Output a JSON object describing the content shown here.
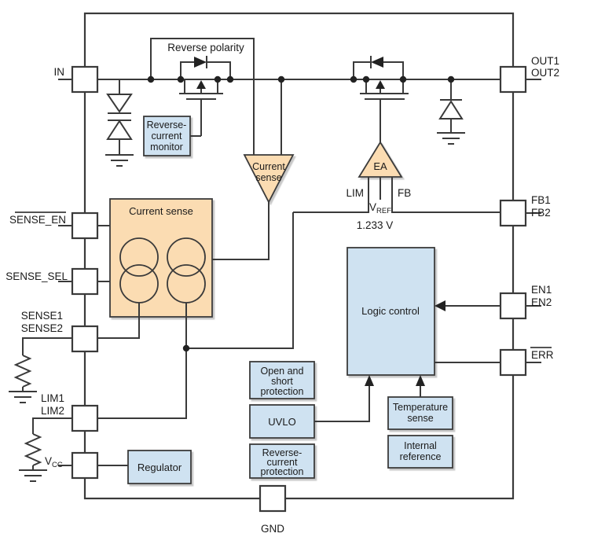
{
  "colors": {
    "background": "#ffffff",
    "block_blue": "#cfe2f1",
    "block_orange": "#fbdcb2",
    "line": "#3a3a3a",
    "text": "#1a1a1a"
  },
  "labels": {
    "in": "IN",
    "out1": "OUT1",
    "out2": "OUT2",
    "sense_en": "SENSE_EN",
    "sense_sel": "SENSE_SEL",
    "sense1": "SENSE1",
    "sense2": "SENSE2",
    "lim1": "LIM1",
    "lim2": "LIM2",
    "vcc_v": "V",
    "vcc_sub": "CC",
    "gnd": "GND",
    "fb1": "FB1",
    "fb2": "FB2",
    "en1": "EN1",
    "en2": "EN2",
    "err": "ERR",
    "reverse_polarity": "Reverse polarity",
    "lim": "LIM",
    "fb": "FB",
    "vref_v": "V",
    "vref_sub": "REF",
    "vref_value": "1.233 V"
  },
  "blocks": {
    "reverse_current_monitor": {
      "lines": [
        "Reverse-",
        "current",
        "monitor"
      ]
    },
    "current_sense_amp": {
      "lines": [
        "Current",
        "sense"
      ]
    },
    "current_sense_box": {
      "title": "Current sense"
    },
    "error_amp": {
      "label": "EA"
    },
    "logic_control": {
      "label": "Logic control"
    },
    "open_short_protection": {
      "lines": [
        "Open and",
        "short",
        "protection"
      ]
    },
    "uvlo": {
      "label": "UVLO"
    },
    "reverse_current_protection": {
      "lines": [
        "Reverse-",
        "current",
        "protection"
      ]
    },
    "temperature_sense": {
      "lines": [
        "Temperature",
        "sense"
      ]
    },
    "internal_reference": {
      "lines": [
        "Internal",
        "reference"
      ]
    },
    "regulator": {
      "label": "Regulator"
    }
  }
}
